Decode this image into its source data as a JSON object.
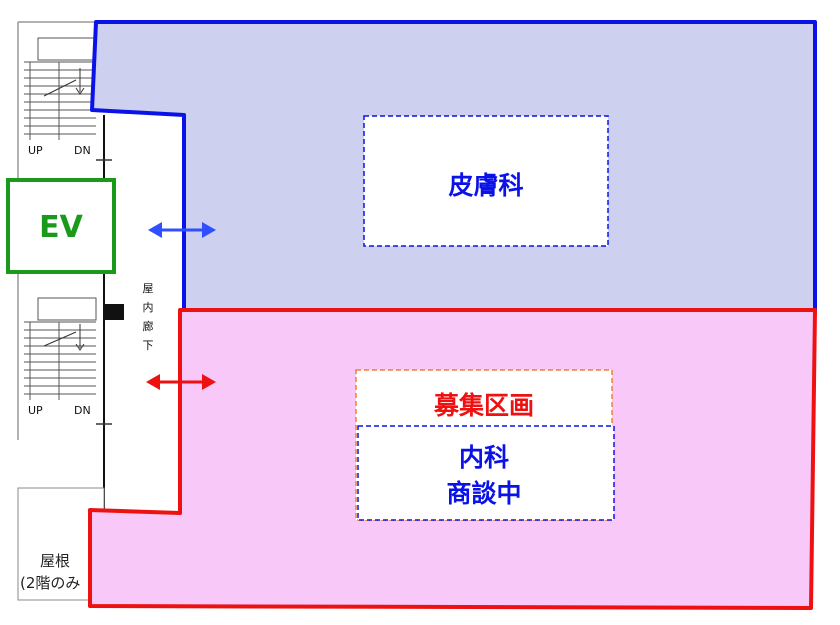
{
  "colors": {
    "dermatology_fill": "#cdd0ee",
    "dermatology_border": "#0a12e8",
    "recruit_fill": "#f8c8f8",
    "recruit_border": "#ee1111",
    "ev_border": "#1a9a1a",
    "ev_text": "#1a9a1a",
    "blue_arrow": "#3050ff",
    "red_arrow": "#ee1111",
    "orange_dash": "#f08030",
    "text_blue": "#0a12e8",
    "text_red": "#ee1111"
  },
  "ev": {
    "label": "EV"
  },
  "corridor": {
    "label_lines": [
      "屋",
      "内",
      "廊",
      "下"
    ]
  },
  "stairs_top": {
    "up": "UP",
    "dn": "DN"
  },
  "stairs_bottom": {
    "up": "UP",
    "dn": "DN"
  },
  "roof": {
    "line1": "屋根",
    "line2": "(2階のみ"
  },
  "dermatology": {
    "label": "皮膚科"
  },
  "recruitment": {
    "label": "募集区画",
    "inner_line1": "内科",
    "inner_line2": "商談中"
  }
}
